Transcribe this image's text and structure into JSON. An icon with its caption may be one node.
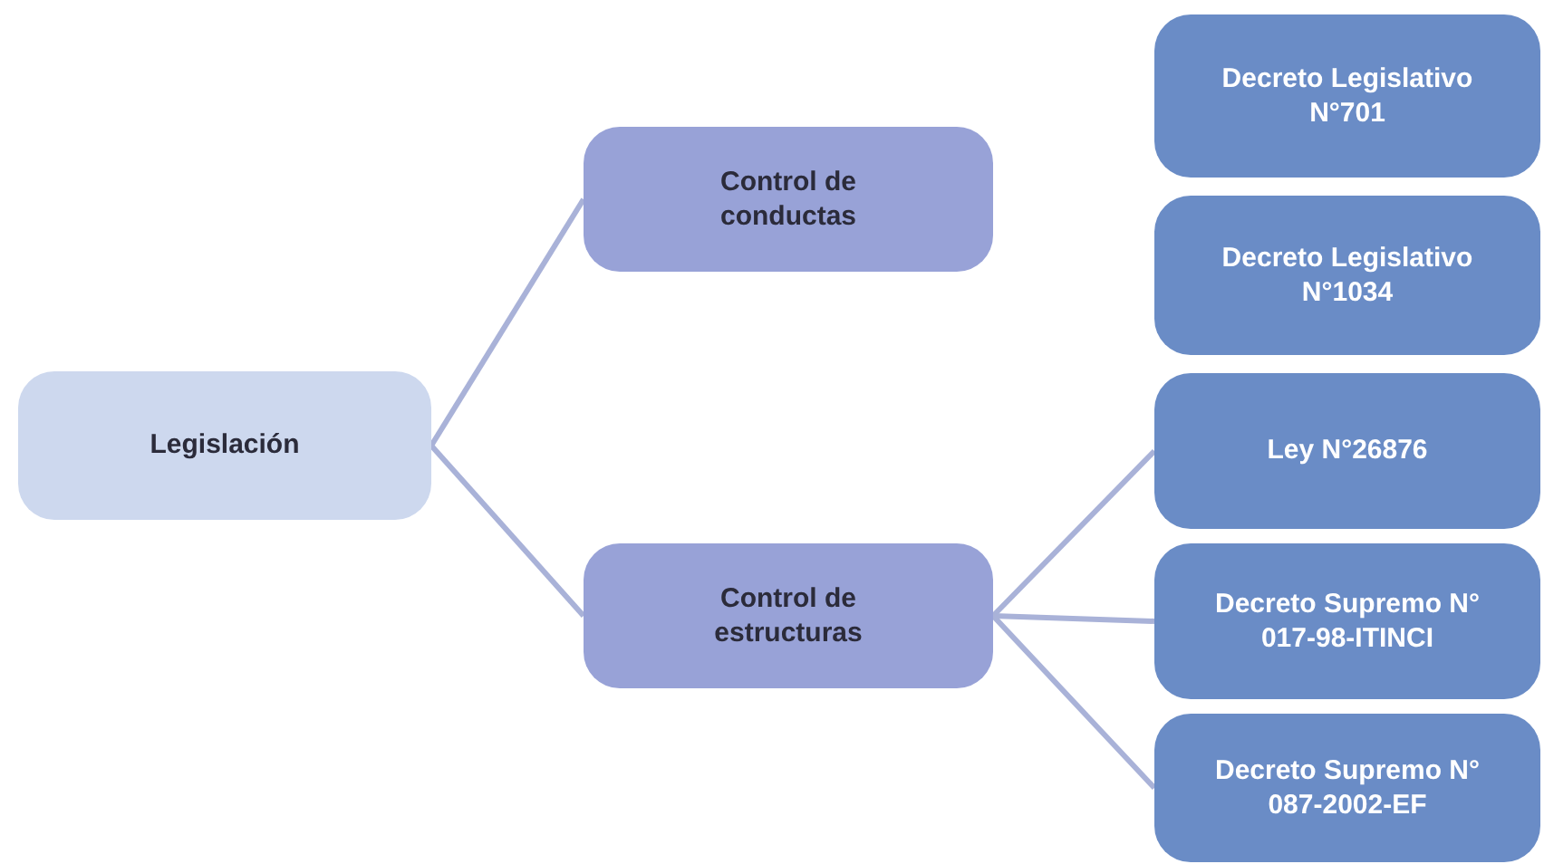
{
  "diagram": {
    "nodes": [
      {
        "text": [
          "Legislación"
        ]
      },
      {
        "text": [
          "Control de conductas"
        ]
      },
      {
        "text": [
          "Control de estructuras"
        ]
      },
      {
        "text": [
          "Decreto Legislativo N°701"
        ]
      },
      {
        "text": [
          "Decreto Legislativo N°1034"
        ]
      },
      {
        "text": [
          "Ley N°26876"
        ]
      },
      {
        "text": [
          "Decreto Supremo N° 017-98-ITINCI"
        ]
      },
      {
        "text": [
          "Decreto Supremo N° 087-2002-EF"
        ]
      }
    ],
    "edges": [
      {
        "from": 0,
        "to": 1,
        "arrow": "none"
      },
      {
        "from": 0,
        "to": 2,
        "arrow": "none"
      },
      {
        "from": 2,
        "to": 5,
        "arrow": "none"
      },
      {
        "from": 2,
        "to": 6,
        "arrow": "none"
      },
      {
        "from": 2,
        "to": 7,
        "arrow": "none"
      }
    ]
  }
}
